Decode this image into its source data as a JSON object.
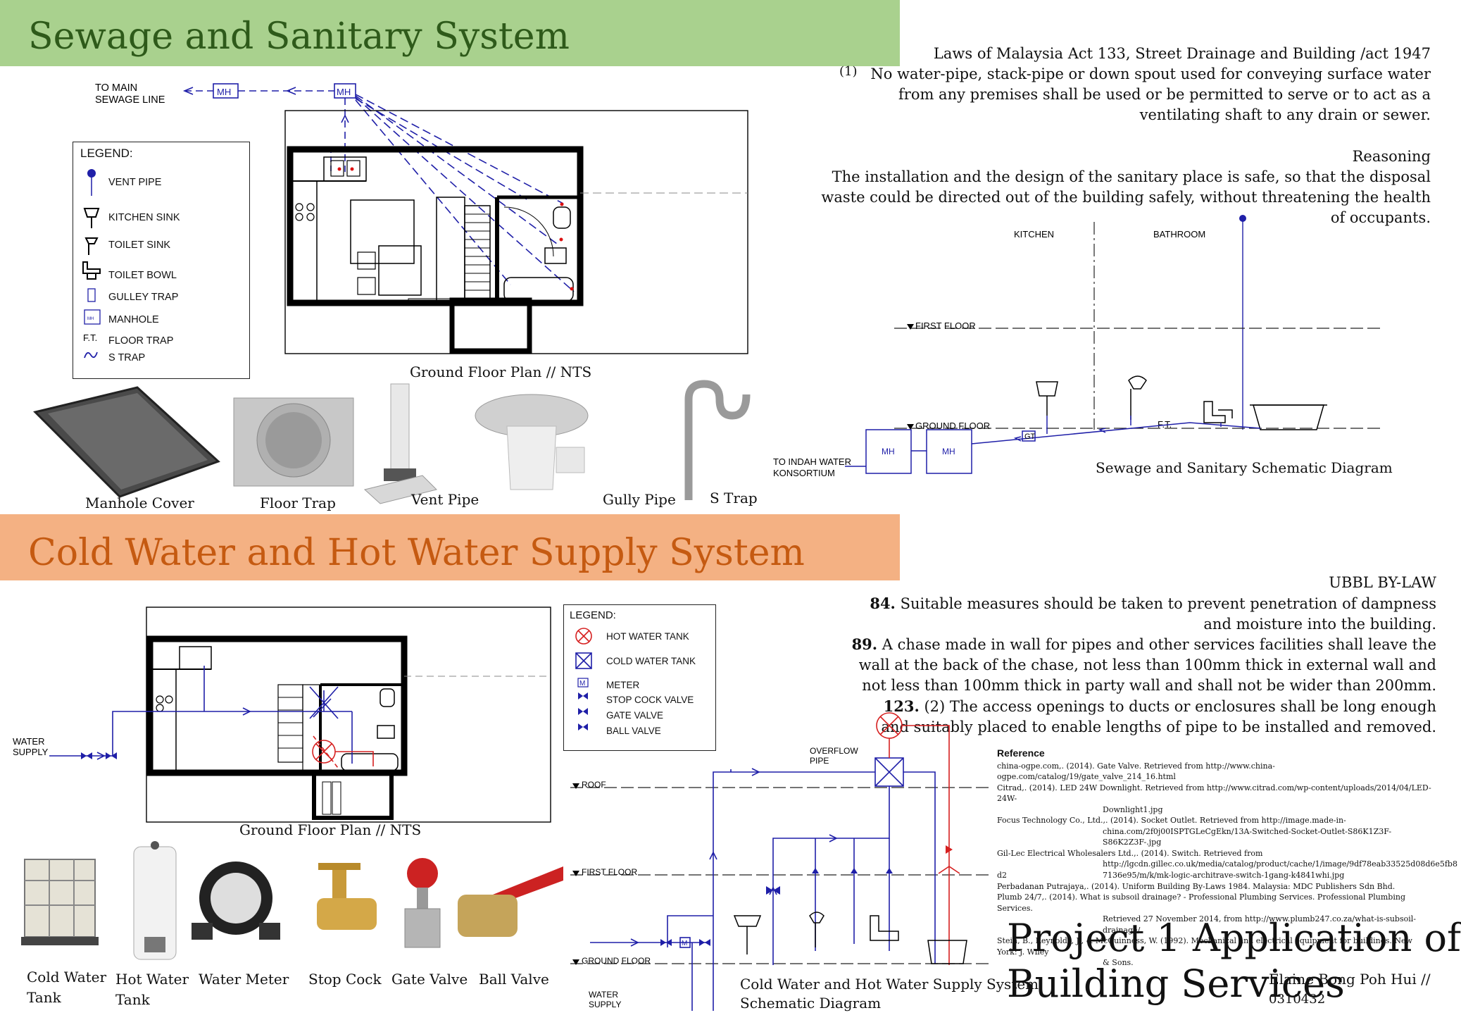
{
  "sections": {
    "sewage_title": "Sewage and Sanitary System",
    "water_title": "Cold Water and Hot Water Supply System"
  },
  "sewage": {
    "law_heading": "Laws of Malaysia Act 133, Street Drainage and Building /act 1947",
    "law_number": "(1)",
    "law_text": "No water-pipe, stack-pipe or down spout used for conveying surface water from any premises shall be used or be permitted to serve or to act as a ventilating shaft to any drain or sewer.",
    "reason_heading": "Reasoning",
    "reason_text": "The installation and the design of the sanitary place is safe, so that the disposal waste could be directed out of the building safely, without threatening the health of occupants.",
    "to_main_1": "TO MAIN",
    "to_main_2": "SEWAGE LINE",
    "mh1": "MH",
    "mh2": "MH",
    "legend": {
      "title": "LEGEND:",
      "items": [
        "VENT PIPE",
        "KITCHEN SINK",
        "TOILET SINK",
        "TOILET BOWL",
        "GULLEY TRAP",
        "MANHOLE",
        "FLOOR TRAP",
        "S TRAP"
      ],
      "mh_small": "MH",
      "ft": "F.T."
    },
    "plan_caption": "Ground Floor Plan // NTS",
    "schematic": {
      "kitchen": "KITCHEN",
      "bathroom": "BATHROOM",
      "first_floor": "FIRST FLOOR",
      "ground_floor": "GROUND FLOOR",
      "ft": "F.T.",
      "gt": "GT",
      "mh1": "MH",
      "mh2": "MH",
      "indah_1": "TO INDAH WATER",
      "indah_2": "KONSORTIUM",
      "caption": "Sewage and Sanitary Schematic Diagram"
    },
    "photos": [
      "Manhole Cover",
      "Floor Trap",
      "Vent Pipe",
      "Gully Pipe",
      "S Trap"
    ]
  },
  "water": {
    "bylaw_heading": "UBBL BY-LAW",
    "b84_num": "84.",
    "b84_text": "Suitable measures should be taken to prevent penetration of dampness and moisture into the building.",
    "b89_num": "89.",
    "b89_text": "A chase made in wall for pipes and other services facilities shall leave the wall at the back of the chase, not less than 100mm thick in external wall and not less than 100mm thick in party wall and shall not be wider than 200mm.",
    "b123_num": "123.",
    "b123_text": "(2) The access openings to ducts or enclosures shall be long enough and suitably placed to enable lengths of pipe to be installed and removed.",
    "water_supply_1": "WATER",
    "water_supply_2": "SUPPLY",
    "legend": {
      "title": "LEGEND:",
      "items": [
        "HOT WATER TANK",
        "COLD WATER TANK",
        "METER",
        "STOP COCK VALVE",
        "GATE VALVE",
        "BALL VALVE"
      ],
      "meter_glyph": "M"
    },
    "plan_caption": "Ground Floor Plan // NTS",
    "schematic": {
      "overflow_1": "OVERFLOW",
      "overflow_2": "PIPE",
      "roof": "ROOF",
      "first_floor": "FIRST FLOOR",
      "ground_floor": "GROUND FLOOR",
      "meter": "M",
      "supply_1": "WATER",
      "supply_2": "SUPPLY",
      "caption_1": "Cold Water and Hot Water Supply System",
      "caption_2": "Schematic Diagram"
    },
    "photos": [
      {
        "l1": "Cold Water",
        "l2": "Tank"
      },
      {
        "l1": "Hot Water",
        "l2": "Tank"
      },
      {
        "l1": "Water Meter",
        "l2": ""
      },
      {
        "l1": "Stop Cock",
        "l2": ""
      },
      {
        "l1": "Gate Valve",
        "l2": ""
      },
      {
        "l1": "Ball Valve",
        "l2": ""
      }
    ]
  },
  "reference": {
    "title": "Reference",
    "entries": [
      [
        "china-ogpe.com,. (2014). Gate Valve. Retrieved from http://www.china-ogpe.com/catalog/19/gate_valve_214_16.html"
      ],
      [
        "Citrad,. (2014). LED 24W Downlight. Retrieved from http://www.citrad.com/wp-content/uploads/2014/04/LED-24W-",
        "Downlight1.jpg"
      ],
      [
        "Focus Technology Co., Ltd.,. (2014). Socket Outlet. Retrieved from http://image.made-in-",
        "china.com/2f0j00ISPTGLeCgEkn/13A-Switched-Socket-Outlet-S86K1Z3F-S86K2Z3F-.jpg"
      ],
      [
        "Gil-Lec Electrical Wholesalers Ltd.,. (2014). Switch. Retrieved from",
        "http://lgcdn.gillec.co.uk/media/catalog/product/cache/1/image/9df78eab33525d08d6e5fb8",
        "7136e95/m/k/mk-logic-architrave-switch-1gang-k4841whi.jpg"
      ],
      [
        "d2"
      ],
      [
        "Perbadanan Putrajaya,. (2014). Uniform Building By-Laws 1984. Malaysia: MDC Publishers Sdn Bhd."
      ],
      [
        "Plumb 24/7,. (2014). What is subsoil drainage? - Professional Plumbing Services. Professional Plumbing Services.",
        "Retrieved 27 November 2014, from http://www.plumb247.co.za/what-is-subsoil-drainage/"
      ],
      [
        "Stein, B., Reynolds, J., & McGuinness, W. (1992). Mechanical and electrical equipment for buildings. New York: J. Wiley",
        "& Sons."
      ]
    ]
  },
  "project": {
    "title_1": "Project 1 Application of",
    "title_2": "Building Services",
    "author_1": "Elaine Bong Poh Hui //",
    "author_2": "0310432"
  },
  "colors": {
    "sewage_banner": "#a9d18e",
    "water_banner": "#f4b183",
    "pipe_blue": "#1f1fa8",
    "hot_red": "#d62020"
  }
}
